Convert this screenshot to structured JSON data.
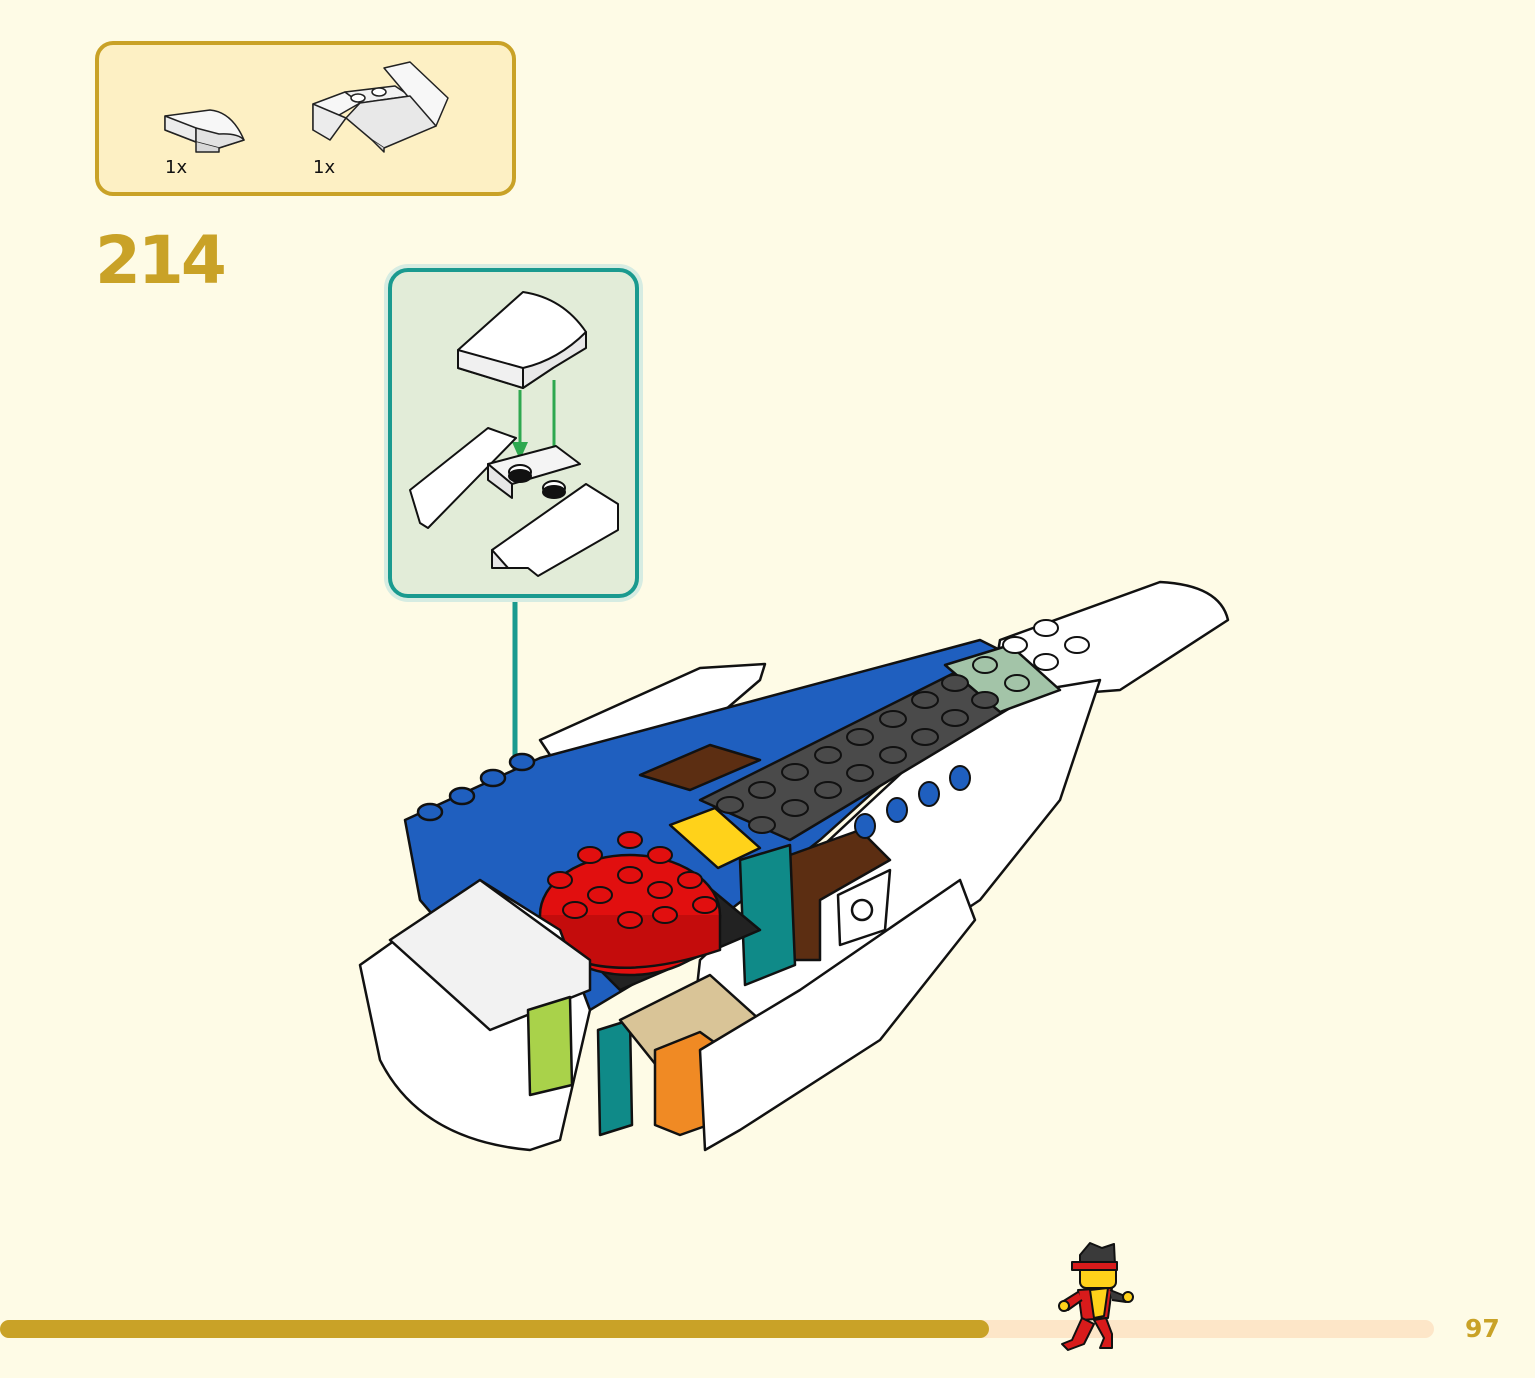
{
  "parts_list": {
    "items": [
      {
        "icon": "curved-slope-brick-icon",
        "quantity": "1x"
      },
      {
        "icon": "wing-plate-assembly-icon",
        "quantity": "1x"
      }
    ]
  },
  "step": {
    "number": "214"
  },
  "callout": {
    "icon": "subassembly-callout-icon"
  },
  "main_model": {
    "icon": "spaceship-model-icon"
  },
  "progress": {
    "fraction": 0.69,
    "color_done": "#c9a227",
    "color_remaining": "#fde6c8"
  },
  "page": {
    "number": "97"
  },
  "colors": {
    "accent": "#c9a227",
    "callout_border": "#1a9a8f",
    "background": "#fefbe6"
  }
}
